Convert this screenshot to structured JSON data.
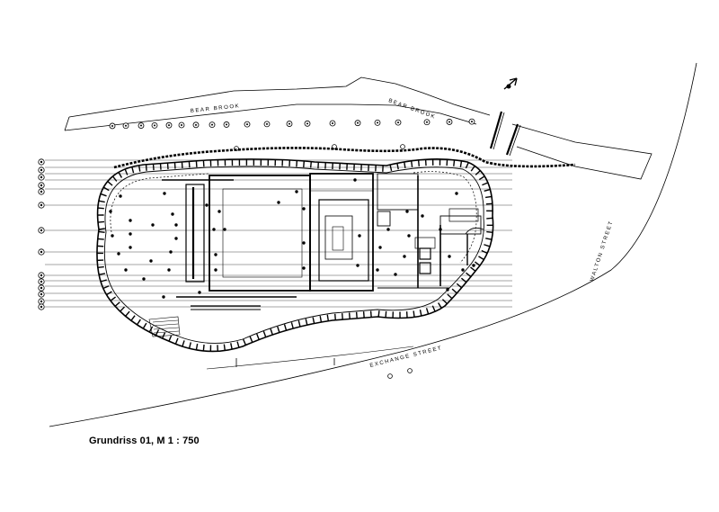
{
  "plan": {
    "labels": {
      "bear_brook_left": "BEAR BROOK",
      "bear_brook_right": "BEAR BROOK",
      "exchange_street": "EXCHANGE STREET",
      "walton_street": "WALTON STREET"
    },
    "caption": "Grundriss 01, M 1 : 750"
  }
}
